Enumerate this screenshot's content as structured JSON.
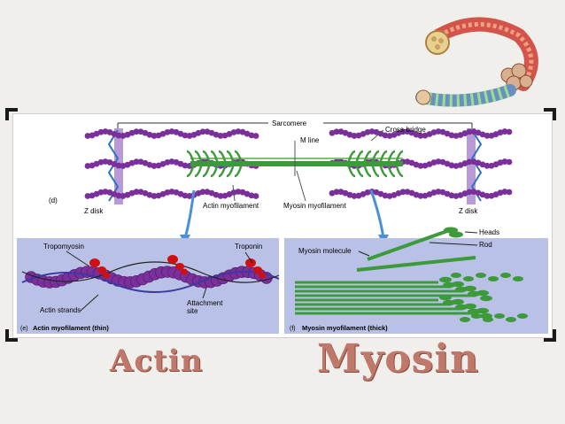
{
  "sarcomere": {
    "panel_letter": "(d)",
    "title": "Sarcomere",
    "m_line": "M line",
    "cross_bridge": "Cross-bridge",
    "z_disk_left": "Z disk",
    "z_disk_right": "Z disk",
    "actin_label": "Actin myofilament",
    "myosin_label": "Myosin myofilament"
  },
  "actin_panel": {
    "panel_letter": "(e)",
    "caption": "Actin myofilament (thin)",
    "tropomyosin": "Tropomyosin",
    "troponin": "Troponin",
    "actin_strands": "Actin strands",
    "attachment_line1": "Attachment",
    "attachment_line2": "site"
  },
  "myosin_panel": {
    "panel_letter": "(f)",
    "caption": "Myosin myofilament (thick)",
    "heads": "Heads",
    "rod": "Rod",
    "molecule": "Myosin molecule"
  },
  "bottom": {
    "actin_word": "Actin",
    "myosin_word": "Myosin"
  },
  "colors": {
    "actin_purple": "#7a2f9a",
    "myosin_green": "#3c9a3a",
    "panel_blue": "#b9c2e6",
    "troponin_red": "#d01010",
    "bottom_text": "#c0786a"
  }
}
